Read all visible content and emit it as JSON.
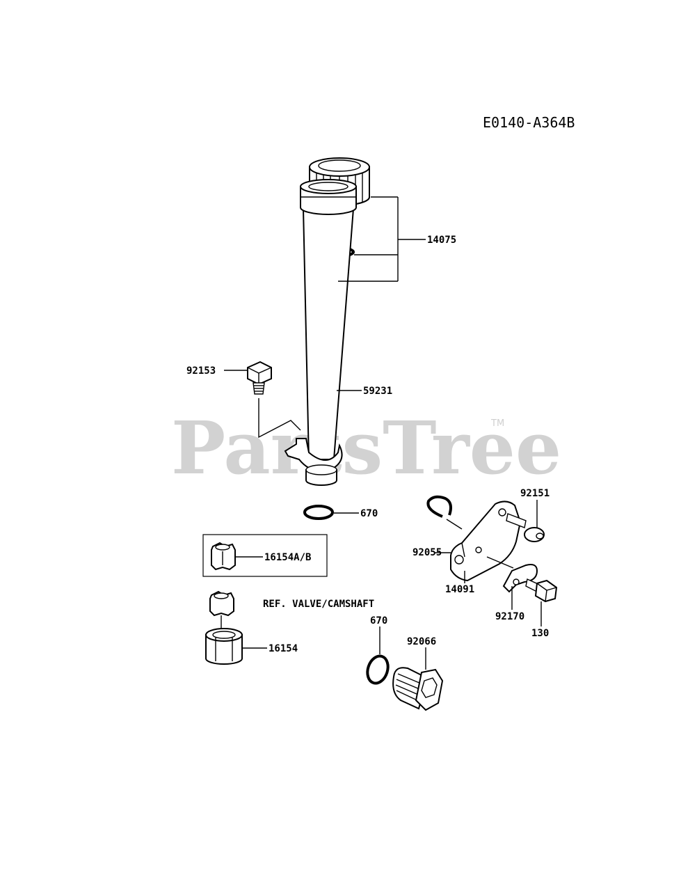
{
  "diagram_code": "E0140-A364B",
  "watermark": {
    "text": "PartsTree",
    "mark": "TM"
  },
  "note": "REF. VALVE/CAMSHAFT",
  "labels": {
    "p14075": "14075",
    "p92153": "92153",
    "p59231": "59231",
    "p670_top": "670",
    "p16154ab": "16154A/B",
    "p16154": "16154",
    "p92151": "92151",
    "p92055": "92055",
    "p14091": "14091",
    "p92170": "92170",
    "p130": "130",
    "p670_bottom": "670",
    "p92066": "92066"
  }
}
